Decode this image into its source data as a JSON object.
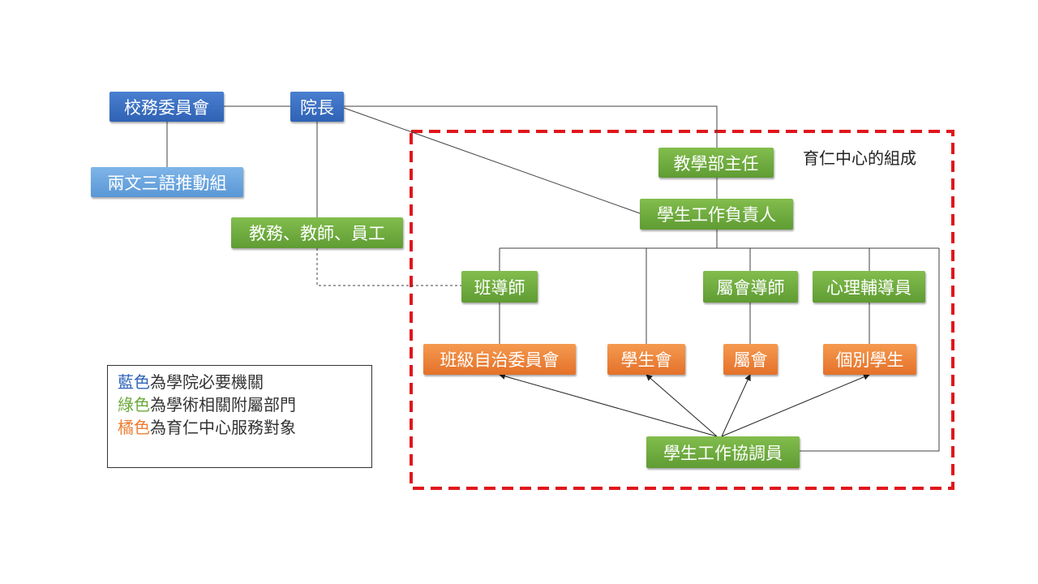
{
  "frame_title": "育仁中心的組成",
  "nodes": {
    "council": "校務委員會",
    "dean": "院長",
    "bilingual": "兩文三語推動組",
    "staff": "教務、教師、員工",
    "academic_head": "教學部主任",
    "student_affairs_head": "學生工作負責人",
    "class_teacher": "班導師",
    "society_tutor": "屬會導師",
    "counselor": "心理輔導員",
    "class_committee": "班級自治委員會",
    "student_union": "學生會",
    "society": "屬會",
    "individual_students": "個別學生",
    "coordinator": "學生工作協調員"
  },
  "legend": [
    {
      "color_word": "藍色",
      "text": "為學院必要機關",
      "color": "#2e64b9"
    },
    {
      "color_word": "綠色",
      "text": "為學術相關附屬部門",
      "color": "#6aaa3a"
    },
    {
      "color_word": "橘色",
      "text": "為育仁中心服務對象",
      "color": "#ed7d31"
    }
  ],
  "colors": {
    "frame": "#e0161c",
    "connector": "#404040"
  }
}
